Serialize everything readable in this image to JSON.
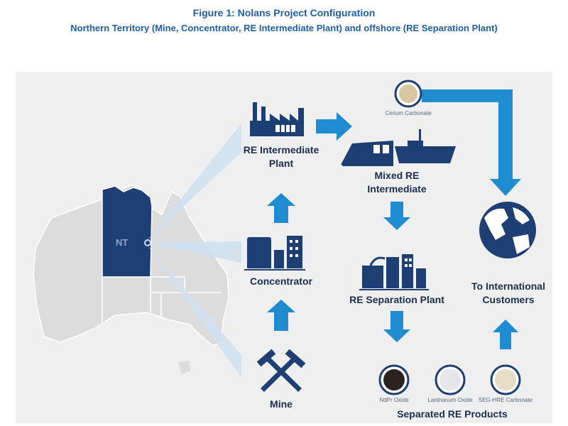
{
  "figure": {
    "title": "Figure 1: Nolans Project Configuration",
    "subtitle": "Northern Territory (Mine, Concentrator, RE Intermediate Plant) and offshore (RE Separation Plant)"
  },
  "map": {
    "region_label": "NT"
  },
  "nodes": {
    "re_intermediate": [
      "RE Intermediate",
      "Plant"
    ],
    "concentrator": "Concentrator",
    "mine": "Mine",
    "mixed_re": [
      "Mixed RE",
      "Intermediate"
    ],
    "separation": "RE Separation Plant",
    "customers": [
      "To International",
      "Customers"
    ],
    "products_heading": "Separated RE Products"
  },
  "products": {
    "cerium": "Cerium Carbonate",
    "ndpr": "NdPr Oxide",
    "lanthanum": "Lanthanum Oxide",
    "seg_hre": "SEG-HRE Carbonate"
  },
  "colors": {
    "accent": "#1f5fa0",
    "arrow": "#1f8ccf",
    "icon": "#1e3f73",
    "nt_fill": "#1e3f73",
    "map_fill": "#dcdcdc"
  }
}
